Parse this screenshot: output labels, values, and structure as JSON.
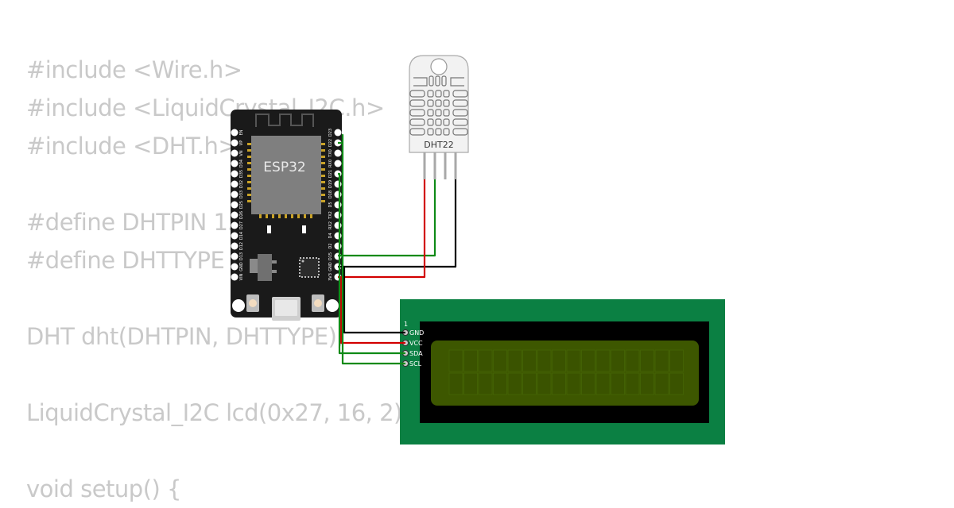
{
  "code_lines": [
    "#include <Wire.h>",
    "#include <LiquidCrystal_I2C.h>",
    "#include <DHT.h>",
    "",
    "#define DHTPIN 15",
    "#define DHTTYPE DHT22",
    "",
    "DHT dht(DHTPIN, DHTTYPE);",
    "",
    "LiquidCrystal_I2C lcd(0x27, 16, 2);",
    "",
    "void setup() {"
  ],
  "esp32": {
    "label": "ESP32",
    "left_pins": [
      "EN",
      "VP",
      "VN",
      "D34",
      "D35",
      "D32",
      "D33",
      "D25",
      "D26",
      "D27",
      "D14",
      "D12",
      "D13",
      "GND",
      "VIN"
    ],
    "right_pins": [
      "D23",
      "D22",
      "TX0",
      "RX0",
      "D21",
      "D19",
      "D18",
      "D5",
      "TX2",
      "RX2",
      "D4",
      "D2",
      "D15",
      "GND",
      "3V3"
    ]
  },
  "dht22": {
    "label": "DHT22"
  },
  "lcd": {
    "pin_number": "1",
    "pins": [
      "GND",
      "VCC",
      "SDA",
      "SCL"
    ],
    "cols": 16,
    "rows": 2
  },
  "colors": {
    "wire_green": "#0e8a16",
    "wire_red": "#d20000",
    "wire_black": "#000000",
    "board": "#1a1a1a",
    "lcd_pcb": "#0b8043",
    "lcd_screen": "#3d5700"
  }
}
